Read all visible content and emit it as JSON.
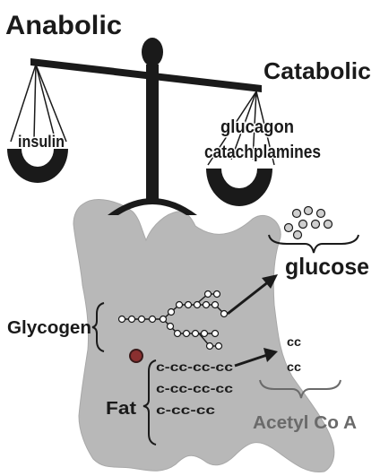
{
  "labels": {
    "anabolic": "Anabolic",
    "catabolic": "Catabolic",
    "insulin": "insulin",
    "glucagon": "glucagon",
    "catecholamines": "catachplamines",
    "glucose": "glucose",
    "glycogen": "Glycogen",
    "fat": "Fat",
    "acetyl_coa": "Acetyl Co A"
  },
  "fat_chains": [
    "c-cc-cc-cc",
    "c-cc-cc-cc",
    "c-cc-cc"
  ],
  "cc_units": [
    "cc",
    "cc"
  ],
  "colors": {
    "cell": "#b8b8b8",
    "ink": "#1a1a1a",
    "grey_text": "#6a6a6a",
    "glucose_molecule": "#cfcfcf",
    "mitochondrion": "#8a3030"
  }
}
